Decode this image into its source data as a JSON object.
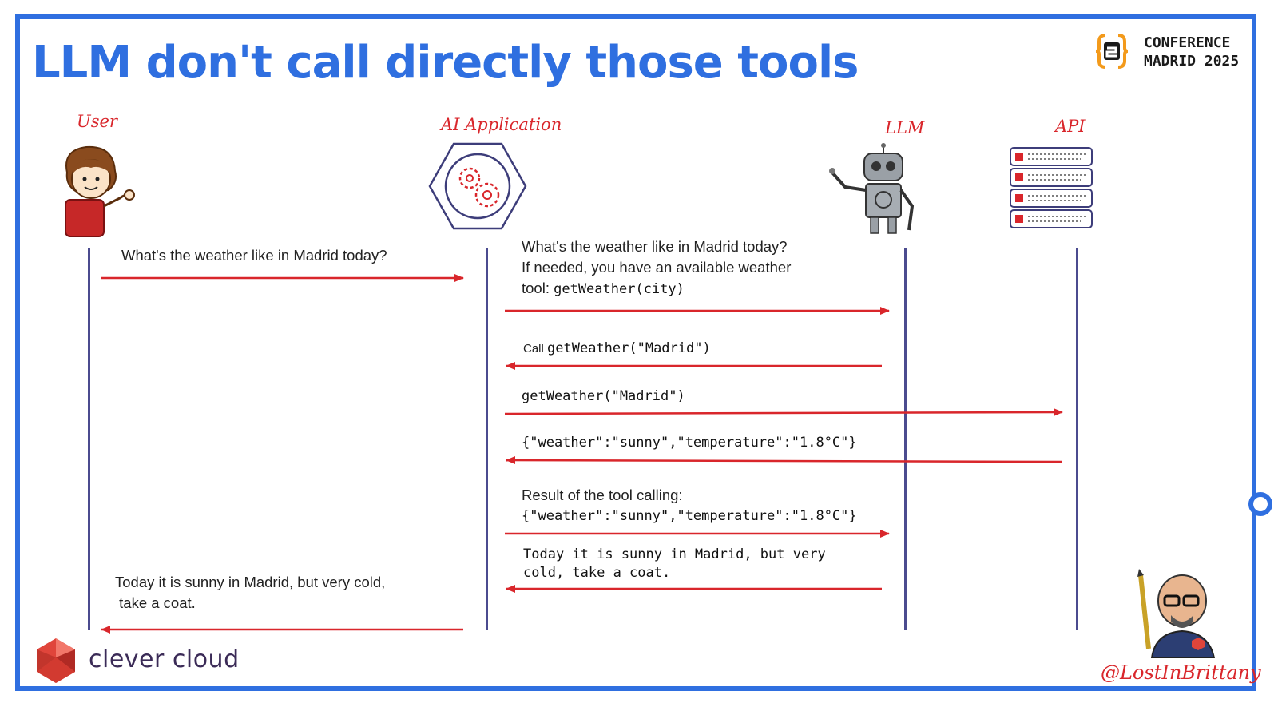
{
  "title": "LLM don't call directly those tools",
  "conference": {
    "line1": "CONFERENCE",
    "line2": "MADRID 2025"
  },
  "actors": [
    {
      "label": "User"
    },
    {
      "label": "AI Application"
    },
    {
      "label": "LLM"
    },
    {
      "label": "API"
    }
  ],
  "messages": {
    "m1": "What's the weather like in Madrid today?",
    "m2_line1": "What's the weather like in Madrid today?",
    "m2_line2": "If needed, you have an available weather",
    "m2_line3_prefix": "tool: ",
    "m2_line3_code": "getWeather(city)",
    "m3_prefix": "Call ",
    "m3_code": "getWeather(\"Madrid\")",
    "m4_code": "getWeather(\"Madrid\")",
    "m5_code": "{\"weather\":\"sunny\",\"temperature\":\"1.8°C\"}",
    "m6_line1": "Result of the tool calling:",
    "m6_code": "{\"weather\":\"sunny\",\"temperature\":\"1.8°C\"}",
    "m7_line1": "Today it is sunny in Madrid, but very",
    "m7_line2": "cold, take a coat.",
    "m8_line1": "Today it is sunny in Madrid, but very cold,",
    "m8_line2": " take a coat."
  },
  "footer": {
    "brand": "clever cloud",
    "handle": "@LostInBrittany"
  },
  "colors": {
    "frame": "#2f6fe0",
    "arrow": "#d9262b",
    "lifeline": "#4b4b8f",
    "actor_label": "#d9262b"
  }
}
